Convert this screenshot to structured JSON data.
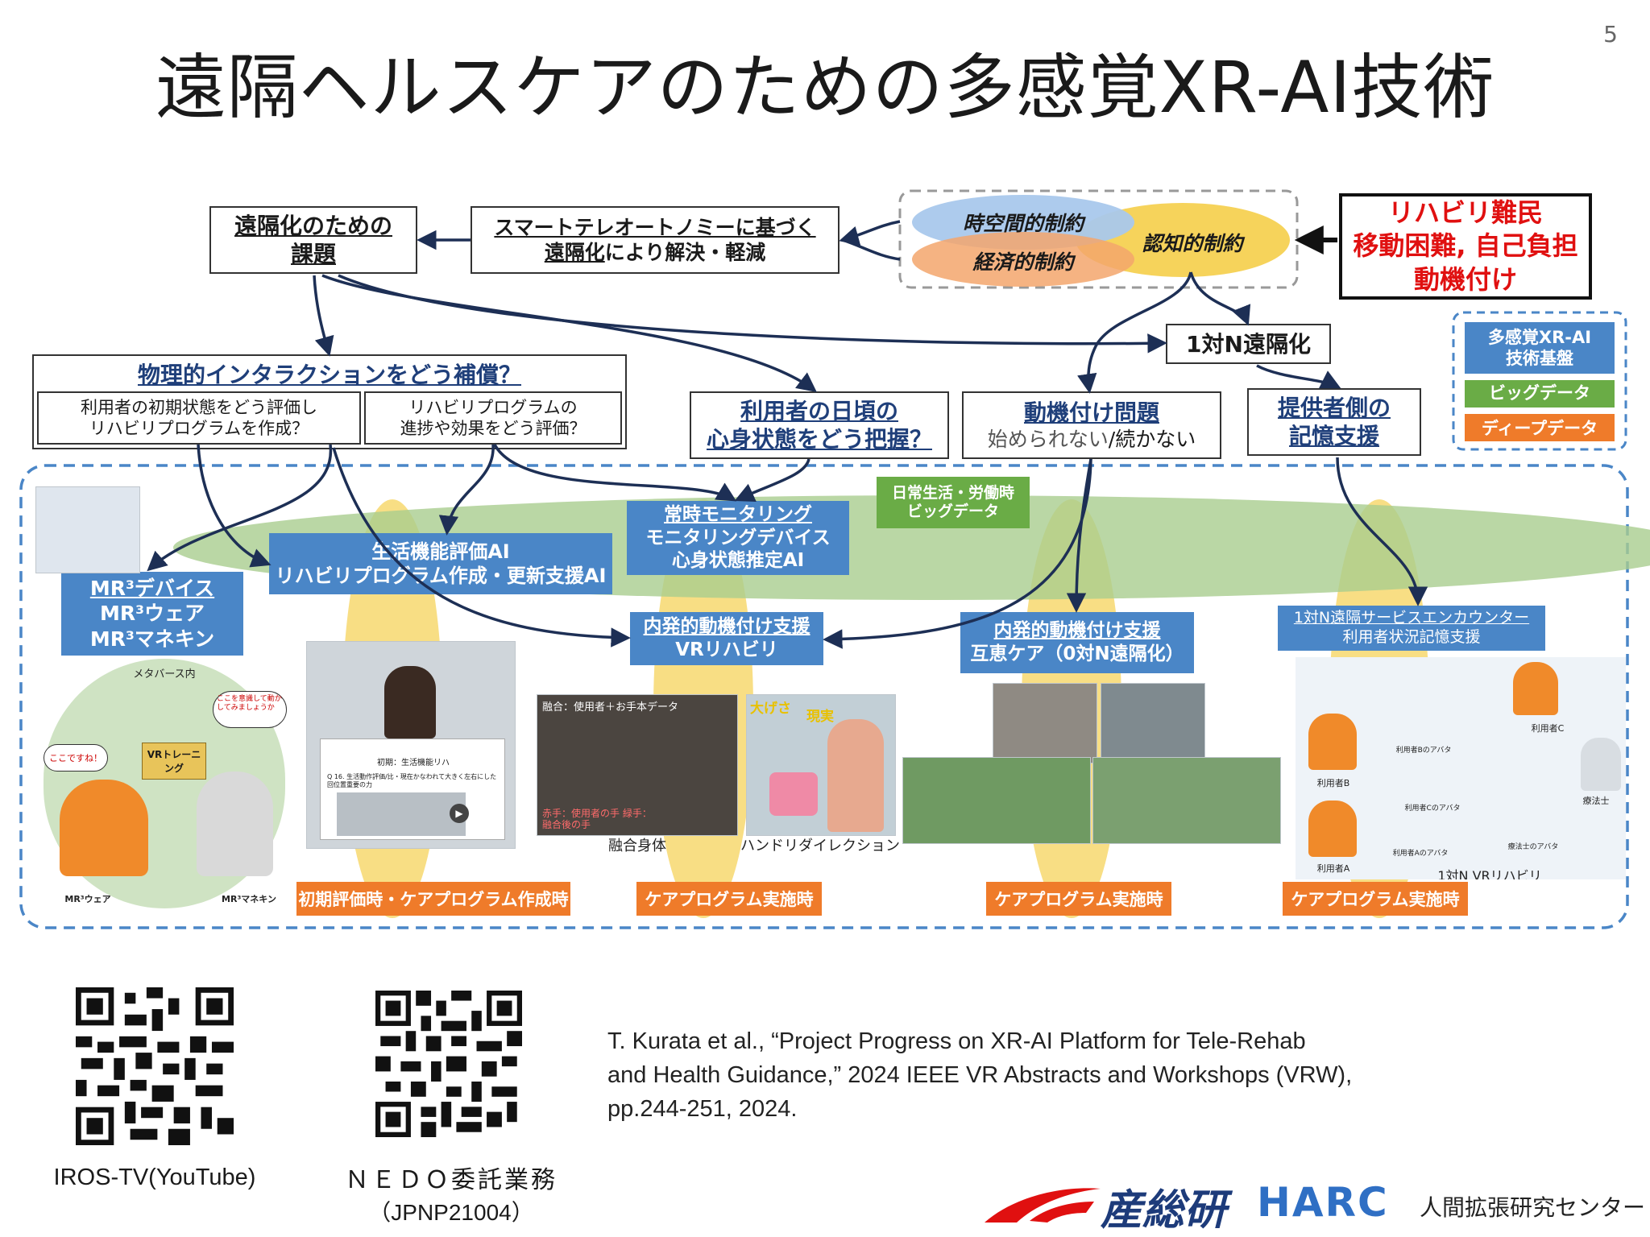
{
  "page": {
    "title": "遠隔ヘルスケアのための多感覚XR-AI技術",
    "number": "5"
  },
  "constraints": {
    "spatiotemporal": "時空間的制約",
    "economic": "経済的制約",
    "cognitive": "認知的制約"
  },
  "problem_box": {
    "line1": "リハビリ難民",
    "line2": "移動困難, 自己負担",
    "line3": "動機付け"
  },
  "boxes": {
    "tasks": {
      "line1": "遠隔化のための",
      "line2": "課題"
    },
    "smart": {
      "line1": "スマートテレオートノミーに基づく",
      "line2_u": "遠隔化",
      "line2_rest": "により解決・軽減"
    },
    "one_to_n": "1対N遠隔化",
    "physical": "物理的インタラクションをどう補償？",
    "initial_eval": {
      "line1": "利用者の初期状態をどう評価し",
      "line2": "リハビリプログラムを作成？"
    },
    "progress_eval": {
      "line1": "リハビリプログラムの",
      "line2": "進捗や効果をどう評価？"
    },
    "daily": {
      "line1": "利用者の日頃の",
      "line2": "心身状態をどう把握？"
    },
    "motivation": {
      "line1": "動機付け問題",
      "line2a": "始められない",
      "line2b": "/続かない"
    },
    "memory": {
      "line1": "提供者側の",
      "line2": "記憶支援"
    }
  },
  "legend": {
    "platform": {
      "line1": "多感覚XR-AI",
      "line2": "技術基盤"
    },
    "bigdata": "ビッグデータ",
    "deepdata": "ディープデータ"
  },
  "tech": {
    "daily_bigdata": {
      "line1": "日常生活・労働時",
      "line2": "ビッグデータ"
    },
    "monitoring": {
      "line1": "常時モニタリング",
      "line2": "モニタリングデバイス",
      "line3": "心身状態推定AI"
    },
    "life_ai": {
      "line1": "生活機能評価AI",
      "line2": "リハビリプログラム作成・更新支援AI"
    },
    "mr3": {
      "line1": "MR³デバイス",
      "line2": "MR³ウェア",
      "line3": "MR³マネキン"
    },
    "vr_rehab": {
      "line1": "内発的動機付け支援",
      "line2": "VRリハビリ"
    },
    "mutual": {
      "line1": "内発的動機付け支援",
      "line2": "互恵ケア（0対N遠隔化）"
    },
    "encounter": {
      "line1": "1対N遠隔サービスエンカウンター",
      "line2": "利用者状況記憶支援"
    }
  },
  "illustrations": {
    "metaverse": "メタバース内",
    "koko_speech": "ここを意識して動かしてみましょうか",
    "kokodesune": "ここですね！",
    "vr_training": "VRトレーニング",
    "mr3_wear": "MR³ウェア",
    "mr3_mannequin": "MR³マネキン",
    "question": "Q 16. 生活動作評価/比・現在かなわれて大きく左右にした回位置重要の力",
    "initial_label": "初期：生活機能リハ",
    "fusion_top": "融合：使用者＋お手本データ",
    "fusion_hand": "赤手：使用者の手 緑手：融合後の手",
    "fusion_body": "融合身体",
    "hand_redirect": "ハンドリダイレクション",
    "oogesa": "大げさ",
    "genjitsu": "現実",
    "user_b": "利用者B",
    "user_a": "利用者A",
    "user_c": "利用者C",
    "user_c_avatar": "利用者Cのアバタ",
    "user_b_avatar": "利用者Bのアバタ",
    "user_a_avatar": "利用者Aのアバタ",
    "therapist": "療法士",
    "therapist_avatar": "療法士のアバタ",
    "one_n_vr": "1対N VRリハビリ"
  },
  "phases": {
    "p1": "初期評価時・ケアプログラム作成時",
    "p2": "ケアプログラム実施時",
    "p3": "ケアプログラム実施時",
    "p4": "ケアプログラム実施時"
  },
  "qr": {
    "left_caption": "IROS-TV(YouTube)",
    "right_caption1": "ＮＥＤＯ委託業務",
    "right_caption2": "（JPNP21004）"
  },
  "reference": {
    "line1": "T. Kurata et al., “Project Progress on XR-AI Platform for Tele-Rehab",
    "line2": "and Health Guidance,” 2024 IEEE VR Abstracts and Workshops (VRW),",
    "line3": "pp.244-251, 2024."
  },
  "logos": {
    "aist": "産総研",
    "harc": "HARC",
    "center": "人間拡張研究センター"
  },
  "colors": {
    "blue": "#4a86c7",
    "orange": "#ef7b2a",
    "green": "#6aac46",
    "red": "#e01010",
    "ellipse_green": "#a9cd8e",
    "ellipse_yellow": "#f6d35b"
  }
}
